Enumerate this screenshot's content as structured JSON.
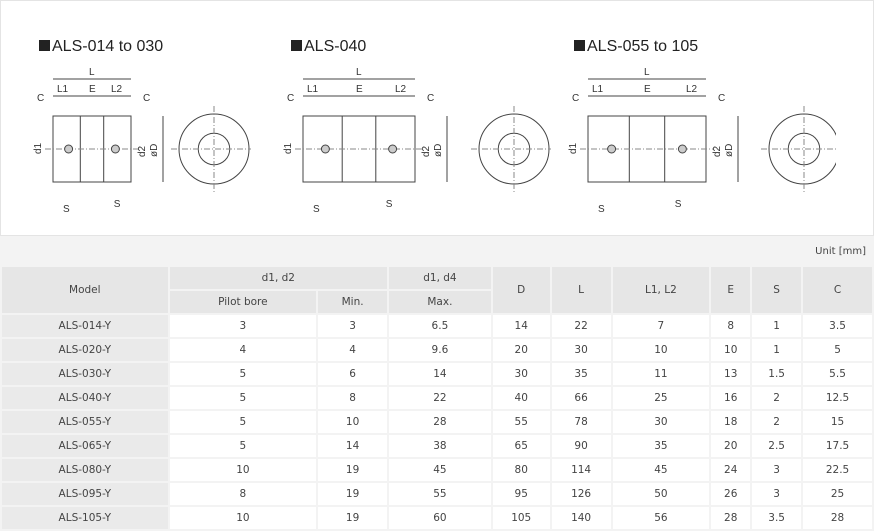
{
  "diagrams": [
    {
      "title": "ALS-014 to 030",
      "labels": {
        "L": "L",
        "L1": "L1",
        "E": "E",
        "L2": "L2",
        "C": "C",
        "d1": "d1",
        "d2": "d2",
        "D": "øD",
        "S": "S"
      }
    },
    {
      "title": "ALS-040",
      "labels": {
        "L": "L",
        "L1": "L1",
        "E": "E",
        "L2": "L2",
        "C": "C",
        "d1": "d1",
        "d2": "d2",
        "D": "øD",
        "S": "S"
      }
    },
    {
      "title": "ALS-055 to 105",
      "labels": {
        "L": "L",
        "L1": "L1",
        "E": "E",
        "L2": "L2",
        "C": "C",
        "d1": "d1",
        "d2": "d2",
        "D": "øD",
        "S": "S"
      }
    }
  ],
  "unit": "Unit  [mm]",
  "table": {
    "headers": {
      "model": "Model",
      "d1d2": "d1, d2",
      "d1d4": "d1, d4",
      "pilot": "Pilot bore",
      "min": "Min.",
      "max": "Max.",
      "D": "D",
      "L": "L",
      "L1L2": "L1, L2",
      "E": "E",
      "S": "S",
      "C": "C"
    },
    "rows": [
      [
        "ALS-014-Y",
        "3",
        "3",
        "6.5",
        "14",
        "22",
        "7",
        "8",
        "1",
        "3.5"
      ],
      [
        "ALS-020-Y",
        "4",
        "4",
        "9.6",
        "20",
        "30",
        "10",
        "10",
        "1",
        "5"
      ],
      [
        "ALS-030-Y",
        "5",
        "6",
        "14",
        "30",
        "35",
        "11",
        "13",
        "1.5",
        "5.5"
      ],
      [
        "ALS-040-Y",
        "5",
        "8",
        "22",
        "40",
        "66",
        "25",
        "16",
        "2",
        "12.5"
      ],
      [
        "ALS-055-Y",
        "5",
        "10",
        "28",
        "55",
        "78",
        "30",
        "18",
        "2",
        "15"
      ],
      [
        "ALS-065-Y",
        "5",
        "14",
        "38",
        "65",
        "90",
        "35",
        "20",
        "2.5",
        "17.5"
      ],
      [
        "ALS-080-Y",
        "10",
        "19",
        "45",
        "80",
        "114",
        "45",
        "24",
        "3",
        "22.5"
      ],
      [
        "ALS-095-Y",
        "8",
        "19",
        "55",
        "95",
        "126",
        "50",
        "26",
        "3",
        "25"
      ],
      [
        "ALS-105-Y",
        "10",
        "19",
        "60",
        "105",
        "140",
        "56",
        "28",
        "3.5",
        "28"
      ]
    ]
  }
}
